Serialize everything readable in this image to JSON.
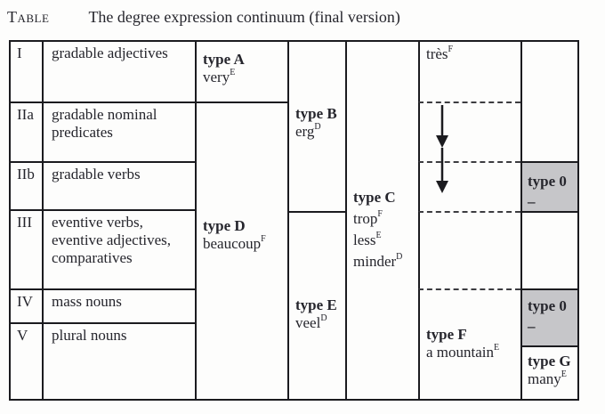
{
  "title": {
    "label": "Table",
    "text": "The degree expression continuum (final version)"
  },
  "colors": {
    "border": "#1b1b1f",
    "shade": "#c6c6c9",
    "text": "#25252c",
    "background": "#fdfdfc"
  },
  "rows": [
    {
      "id": "I",
      "desc": "gradable adjectives"
    },
    {
      "id": "IIa",
      "desc": "gradable nominal predicates"
    },
    {
      "id": "IIb",
      "desc": "gradable verbs"
    },
    {
      "id": "III",
      "desc": "eventive verbs, eventive adjectives, comparatives"
    },
    {
      "id": "IV",
      "desc": "mass nouns"
    },
    {
      "id": "V",
      "desc": "plural nouns"
    }
  ],
  "types": {
    "A": {
      "name": "type A",
      "lines": [
        {
          "w": "very",
          "s": "E"
        }
      ]
    },
    "B": {
      "name": "type B",
      "lines": [
        {
          "w": "erg",
          "s": "D"
        }
      ]
    },
    "C": {
      "name": "type C",
      "lines": [
        {
          "w": "trop",
          "s": "F"
        },
        {
          "w": "less",
          "s": "E"
        },
        {
          "w": "minder",
          "s": "D"
        }
      ]
    },
    "D": {
      "name": "type D",
      "lines": [
        {
          "w": "beaucoup",
          "s": "F"
        }
      ]
    },
    "E": {
      "name": "type E",
      "lines": [
        {
          "w": "veel",
          "s": "D"
        }
      ]
    },
    "F": {
      "name": "type F",
      "lines": [
        {
          "w": "a mountain",
          "s": "E"
        }
      ]
    },
    "G": {
      "name": "type G",
      "lines": [
        {
          "w": "many",
          "s": "E"
        }
      ]
    },
    "zero": {
      "name": "type 0",
      "dash": "–"
    }
  },
  "tres": {
    "w": "très",
    "s": "F"
  },
  "icons": {
    "down_arrow": "continuum-direction-down-arrow"
  }
}
